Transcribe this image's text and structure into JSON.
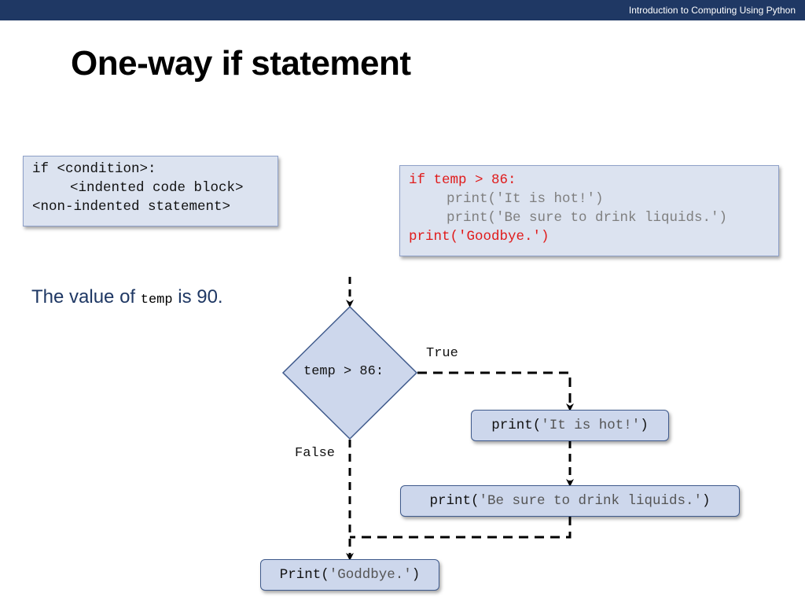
{
  "header": {
    "course_title": "Introduction to Computing Using Python"
  },
  "slide": {
    "title": "One-way if statement"
  },
  "syntax_box": {
    "line1": "if <condition>:",
    "line2": "<indented code block>",
    "line3": "<non-indented statement>"
  },
  "example_box": {
    "line1": "if temp > 86:",
    "line2": "print('It is hot!')",
    "line3": "print('Be sure to drink liquids.')",
    "line4": "print('Goodbye.')"
  },
  "value_note": {
    "prefix": "The value of ",
    "var": "temp",
    "suffix": " is 90."
  },
  "flowchart": {
    "condition": "temp > 86:",
    "true_label": "True",
    "false_label": "False",
    "node1": {
      "func": "print(",
      "arg": "'It is hot!'",
      "close": ")"
    },
    "node2": {
      "func": "print(",
      "arg": "'Be sure to drink liquids.'",
      "close": ")"
    },
    "node3": {
      "func": "Print(",
      "arg": "'Goddbye.'",
      "close": ")"
    },
    "colors": {
      "node_fill": "#cdd7ec",
      "node_border": "#3f5a8c",
      "arrow": "#000000"
    }
  }
}
